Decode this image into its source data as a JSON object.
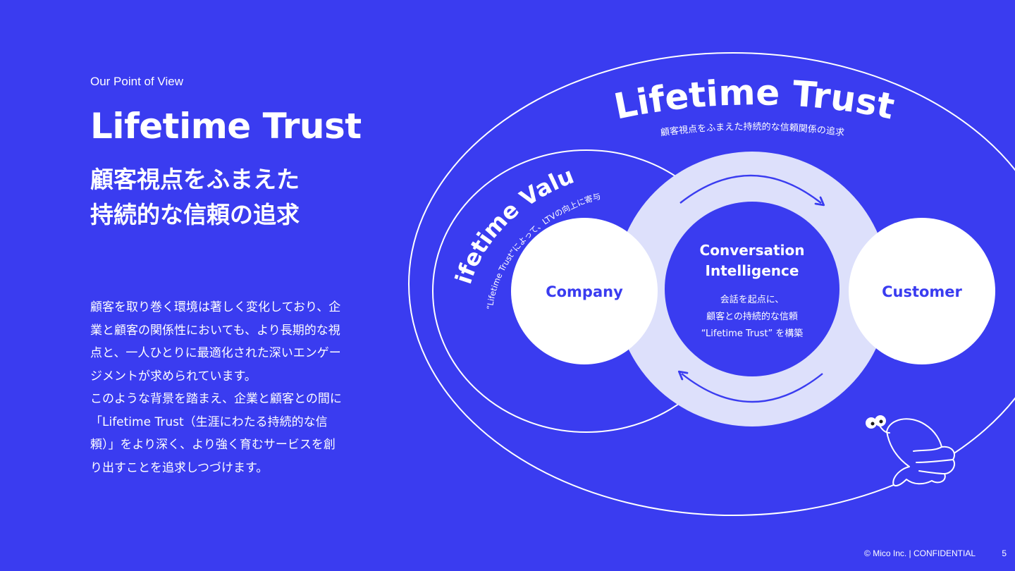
{
  "header": {
    "eyebrow": "Our Point of View",
    "title": "Lifetime Trust",
    "subtitle_lines": [
      "顧客視点をふまえた",
      "持続的な信頼の追求"
    ]
  },
  "body": {
    "lines": [
      "顧客を取り巻く環境は著しく変化しており、企",
      "業と顧客の関係性においても、より長期的な視",
      "点と、一人ひとりに最適化された深いエンゲー",
      "ジメントが求められています。",
      "このような背景を踏まえ、企業と顧客との間に",
      "「Lifetime Trust（生涯にわたる持続的な信",
      "頼）」をより深く、より強く育むサービスを創",
      "り出すことを追求しつづけます。"
    ]
  },
  "diagram": {
    "outer_title": "Lifetime Trust",
    "outer_subtitle": "顧客視点をふまえた持続的な信頼関係の追求",
    "inner_title": "Lifetime Value",
    "inner_subtitle": "“Lifetime Trust”によって、LTVの向上に寄与",
    "company": "Company",
    "customer": "Customer",
    "center_title_1": "Conversation",
    "center_title_2": "Intelligence",
    "center_line_1": "会話を起点に、",
    "center_line_2": "顧客との持続的な信頼",
    "center_line_3": "“Lifetime Trust” を構築"
  },
  "footer": {
    "copyright": "© Mico Inc.  |  CONFIDENTIAL",
    "page": "5"
  },
  "colors": {
    "background": "#3a3cf0",
    "ring": "#dde0fb",
    "circle": "#ffffff",
    "accent_text": "#3a3cf0"
  },
  "icons": {
    "mascot": "pointing-hand-character-icon",
    "cycle_arrows": "cycle-arrow-icon"
  }
}
